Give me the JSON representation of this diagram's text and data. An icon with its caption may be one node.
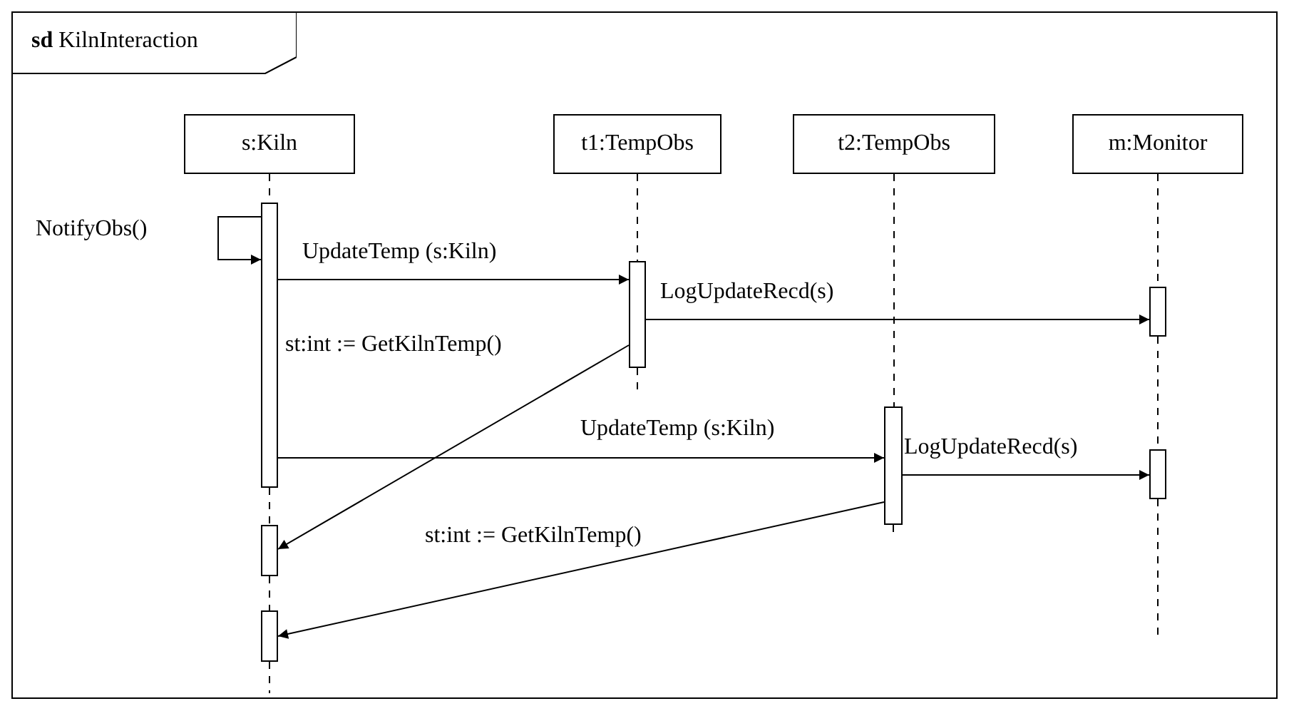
{
  "diagram": {
    "nodes": [
      {
        "text": [
          "**sd** KilnInteraction"
        ]
      },
      {
        "text": [
          "s:Kiln"
        ],
        "in": 0
      },
      {
        "text": [
          "t1:TempObs"
        ],
        "in": 0
      },
      {
        "text": [
          "t2:TempObs"
        ],
        "in": 0
      },
      {
        "text": [
          "m:Monitor"
        ],
        "in": 0
      },
      {
        "text": [],
        "shape": "bar",
        "in": 0
      },
      {
        "text": [],
        "shape": "bar",
        "in": 0
      },
      {
        "text": [],
        "shape": "bar",
        "in": 0
      },
      {
        "text": [],
        "shape": "bar",
        "in": 0
      },
      {
        "text": [],
        "shape": "bar",
        "in": 0
      },
      {
        "text": [],
        "shape": "bar",
        "in": 0
      },
      {
        "text": [],
        "shape": "bar",
        "in": 0
      }
    ],
    "edges": [
      {
        "from": 5,
        "to": 5,
        "arrow": "to",
        "label": "NotifyObs()"
      },
      {
        "from": 5,
        "to": 6,
        "arrow": "to",
        "label": "UpdateTemp (s:Kiln)"
      },
      {
        "from": 6,
        "to": 7,
        "arrow": "to",
        "label": "LogUpdateRecd(s)"
      },
      {
        "from": 6,
        "to": 10,
        "arrow": "to",
        "label": "st:int := GetKilnTemp()"
      },
      {
        "from": 5,
        "to": 8,
        "arrow": "to",
        "label": "UpdateTemp (s:Kiln)"
      },
      {
        "from": 8,
        "to": 9,
        "arrow": "to",
        "label": "LogUpdateRecd(s)"
      },
      {
        "from": 8,
        "to": 11,
        "arrow": "to",
        "label": "st:int := GetKilnTemp()"
      },
      {
        "from": 1,
        "to": 5,
        "arrow": "none",
        "style": "dashed"
      },
      {
        "from": 5,
        "to": 10,
        "arrow": "none",
        "style": "dashed"
      },
      {
        "from": 10,
        "to": 11,
        "arrow": "none",
        "style": "dashed"
      },
      {
        "from": 11,
        "to": null,
        "arrow": "none",
        "style": "dashed"
      },
      {
        "from": 2,
        "to": 6,
        "arrow": "none",
        "style": "dashed"
      },
      {
        "from": 6,
        "to": null,
        "arrow": "none",
        "style": "dashed"
      },
      {
        "from": 3,
        "to": 8,
        "arrow": "none",
        "style": "dashed"
      },
      {
        "from": 8,
        "to": null,
        "arrow": "none",
        "style": "dashed"
      },
      {
        "from": 4,
        "to": 7,
        "arrow": "none",
        "style": "dashed"
      },
      {
        "from": 7,
        "to": 9,
        "arrow": "none",
        "style": "dashed"
      },
      {
        "from": 9,
        "to": null,
        "arrow": "none",
        "style": "dashed"
      }
    ]
  }
}
